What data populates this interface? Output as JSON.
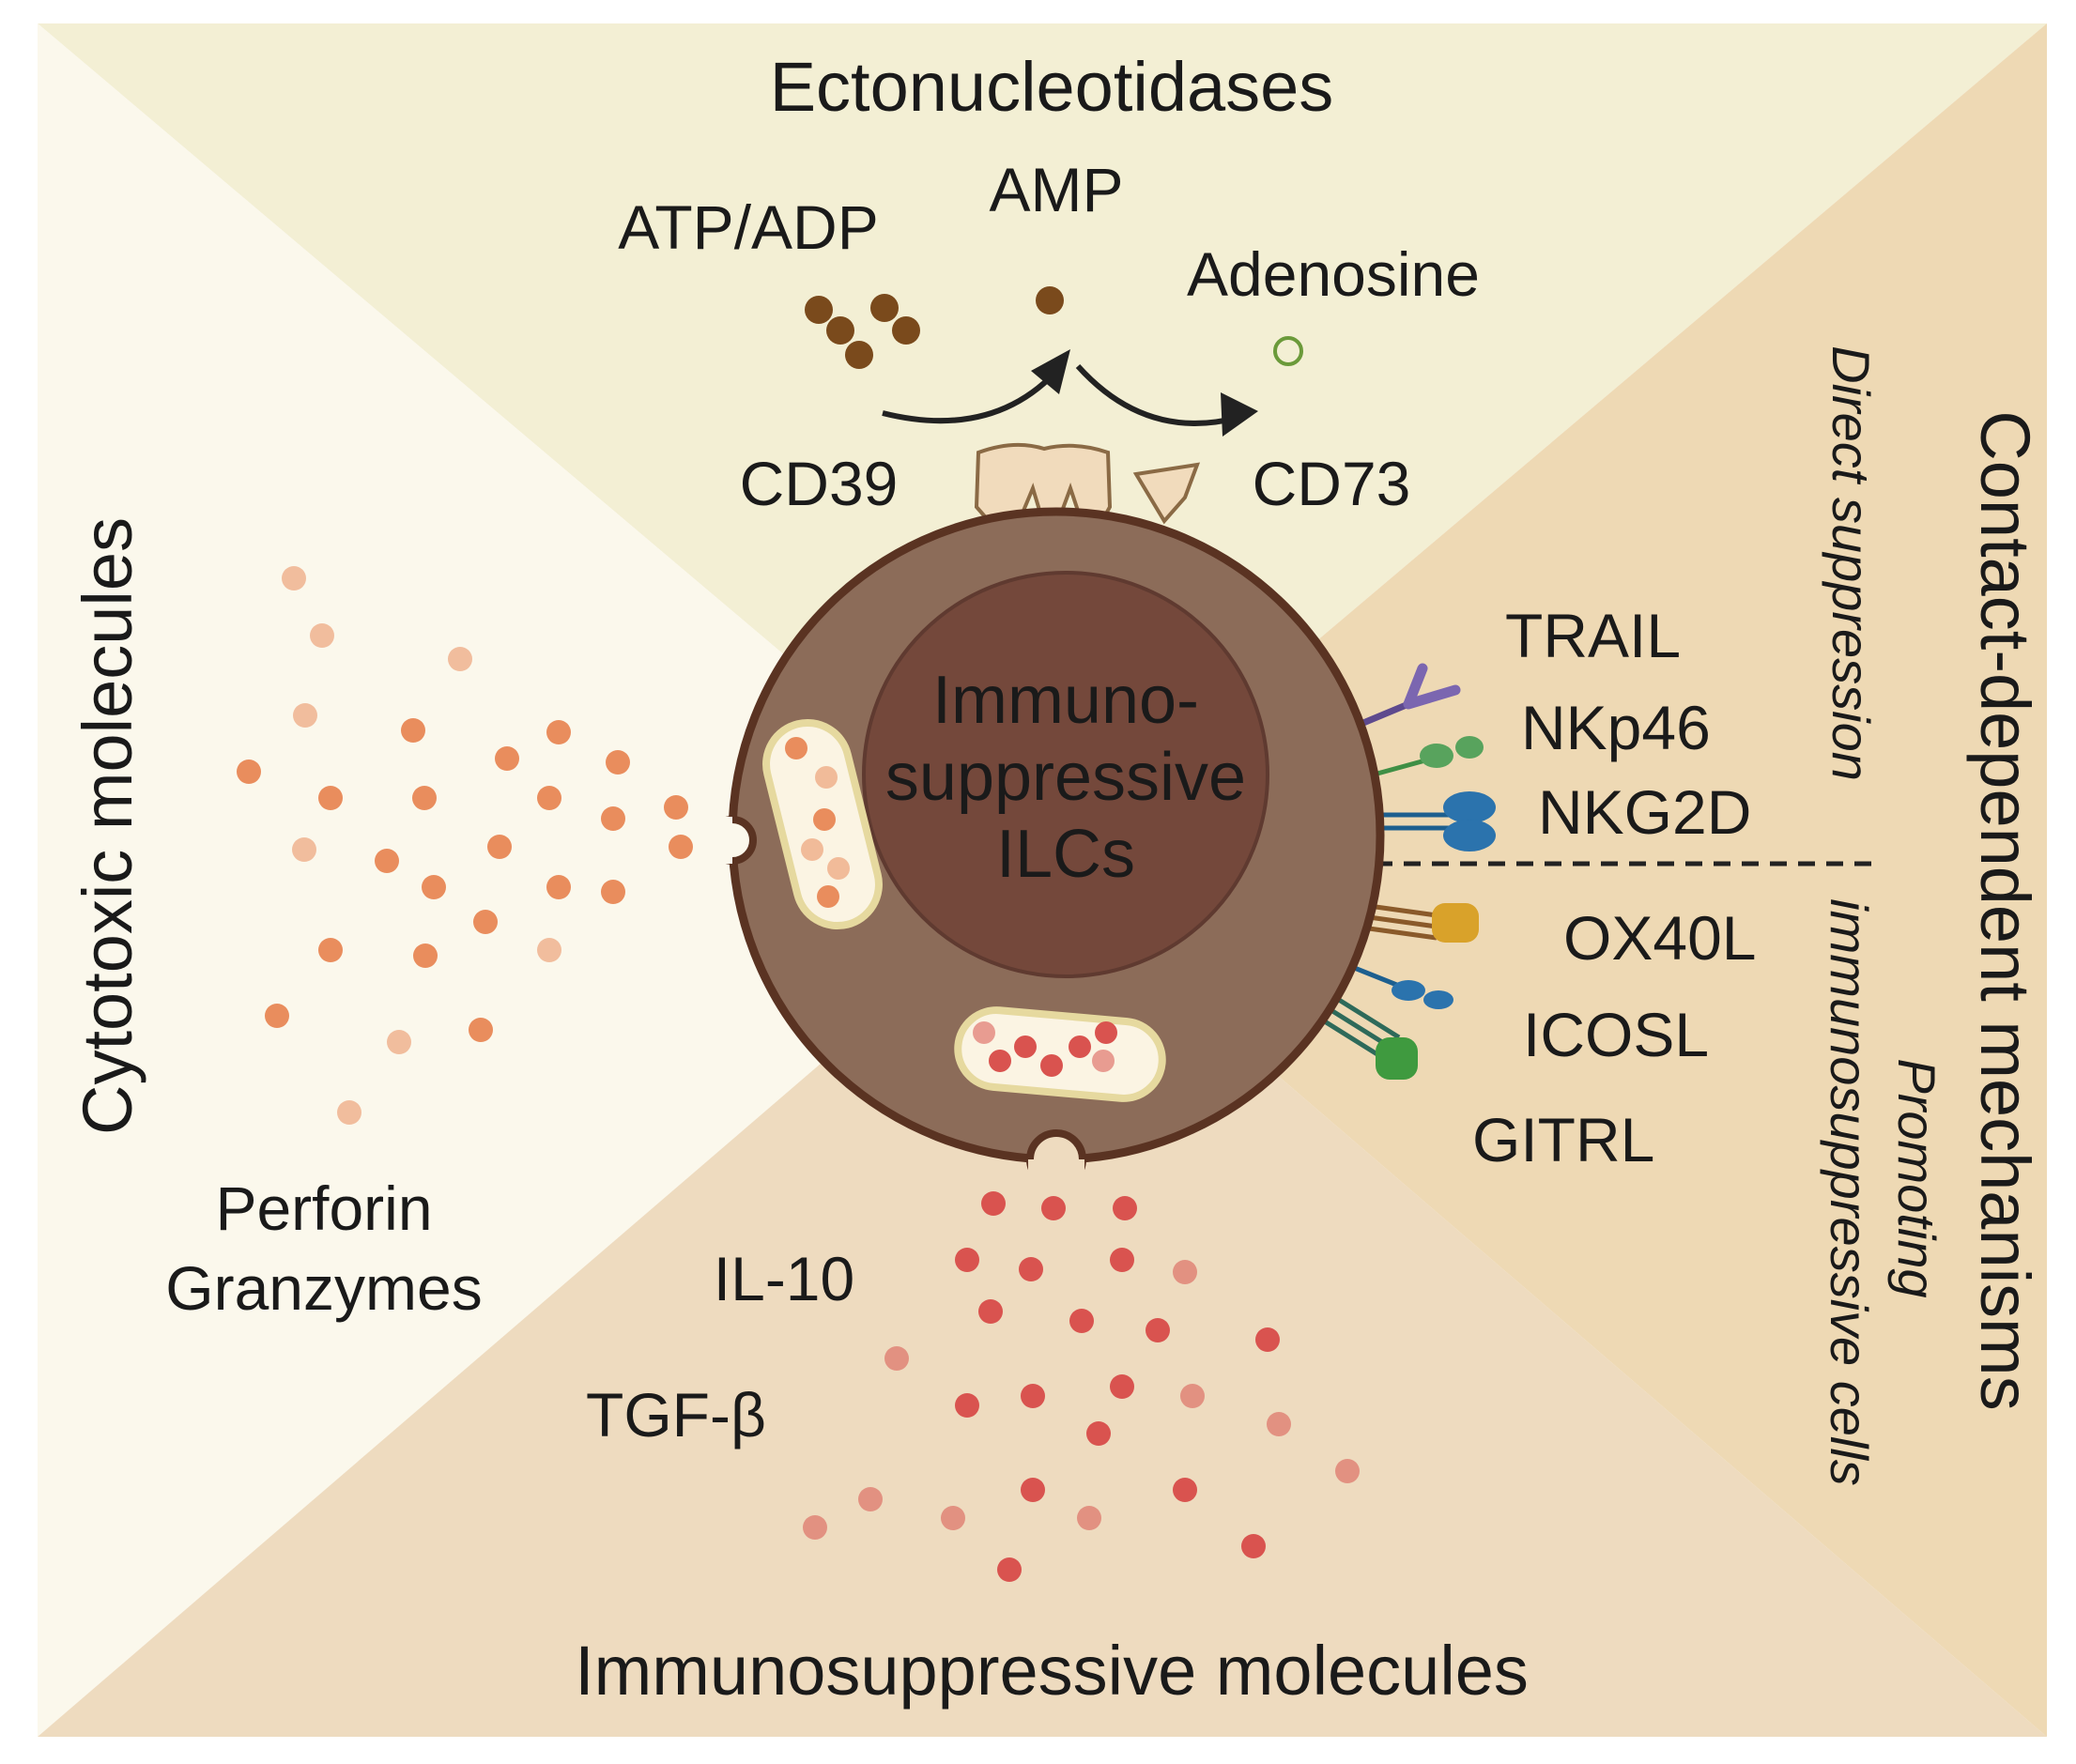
{
  "quadrants": {
    "top": {
      "title": "Ectonucleotidases",
      "atp_label": "ATP/ADP",
      "amp_label": "AMP",
      "adenosine_label": "Adenosine",
      "cd39_label": "CD39",
      "cd73_label": "CD73"
    },
    "left": {
      "title": "Cytotoxic molecules",
      "line1": "Perforin",
      "line2": "Granzymes"
    },
    "bottom": {
      "title": "Immunosuppressive molecules",
      "il10_label": "IL-10",
      "tgf_label": "TGF-β"
    },
    "right": {
      "title": "Contact-dependent mechanisms",
      "direct_label": "Direct suppression",
      "promoting_line1": "Promoting",
      "promoting_line2": "immunosuppressive cells",
      "receptors_direct": [
        "TRAIL",
        "NKp46",
        "NKG2D"
      ],
      "receptors_promoting": [
        "OX40L",
        "ICOSL",
        "GITRL"
      ]
    }
  },
  "cell": {
    "line1": "Immuno-",
    "line2": "suppressive",
    "line3": "ILCs"
  },
  "colors": {
    "top_bg": "#f3efd4",
    "left_bg": "#fbf8ec",
    "bottom_bg": "#eedbbf",
    "right_bg": "#eed9b4",
    "cell_outer": "#8c6c59",
    "cell_border": "#5a3322",
    "nucleus": "#74483b",
    "cytotoxic_dot": "#e98d5d",
    "suppressive_dot": "#d9534f",
    "nucleotide_dot": "#7a4a1c",
    "adenosine_dot": "#6b9a3a"
  }
}
